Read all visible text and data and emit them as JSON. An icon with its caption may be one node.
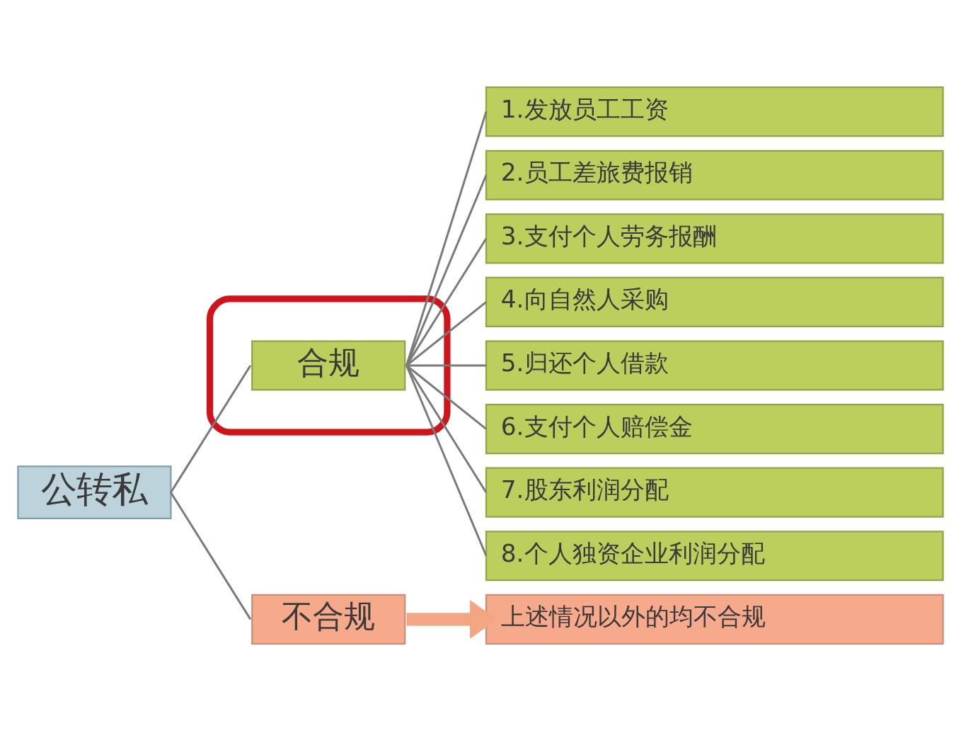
{
  "diagram": {
    "nodes": [
      {
        "text": [
          "公转私"
        ]
      },
      {
        "text": [],
        "shape": "ellipse"
      },
      {
        "text": [
          "合规"
        ],
        "in": 1
      },
      {
        "text": [
          "1.发放员工工资"
        ]
      },
      {
        "text": [
          "2.员工差旅费报销"
        ]
      },
      {
        "text": [
          "3.支付个人劳务报酬"
        ]
      },
      {
        "text": [
          "4.向自然人采购"
        ]
      },
      {
        "text": [
          "5.归还个人借款"
        ]
      },
      {
        "text": [
          "6.支付个人赔偿金"
        ]
      },
      {
        "text": [
          "7.股东利润分配"
        ]
      },
      {
        "text": [
          "8.个人独资企业利润分配"
        ]
      },
      {
        "text": [
          "不合规"
        ]
      },
      {
        "text": [
          "上述情况以外的均不合规"
        ]
      }
    ],
    "edges": [
      {
        "from": 0,
        "to": 2,
        "arrow": "none"
      },
      {
        "from": 0,
        "to": 11,
        "arrow": "none"
      },
      {
        "from": 2,
        "to": 3,
        "arrow": "none"
      },
      {
        "from": 2,
        "to": 4,
        "arrow": "none"
      },
      {
        "from": 2,
        "to": 5,
        "arrow": "none"
      },
      {
        "from": 2,
        "to": 6,
        "arrow": "none"
      },
      {
        "from": 2,
        "to": 7,
        "arrow": "none"
      },
      {
        "from": 2,
        "to": 8,
        "arrow": "none"
      },
      {
        "from": 2,
        "to": 9,
        "arrow": "none"
      },
      {
        "from": 2,
        "to": 10,
        "arrow": "none"
      },
      {
        "from": 11,
        "to": 12,
        "arrow": "to",
        "style": "thick",
        "color": "#f4a582"
      }
    ]
  }
}
